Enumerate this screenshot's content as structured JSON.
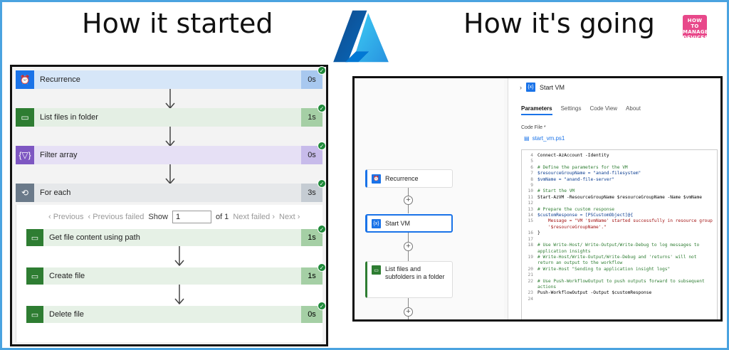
{
  "headings": {
    "left": "How it started",
    "right": "How it's going"
  },
  "logo_text": "HOW TO MANAGE DEVICES",
  "left_flow": {
    "steps": [
      {
        "label": "Recurrence",
        "duration": "0s",
        "icon": "clock-icon",
        "color": "#1a73e8",
        "bg": "#d6e6f8",
        "durbg": "#a8c8ef"
      },
      {
        "label": "List files in folder",
        "duration": "1s",
        "icon": "folder-icon",
        "color": "#2e7d32",
        "bg": "#e4efe4",
        "durbg": "#a5cfa5"
      },
      {
        "label": "Filter array",
        "duration": "0s",
        "icon": "filter-icon",
        "color": "#7e57c2",
        "bg": "#e6e0f5",
        "durbg": "#c7bbea"
      },
      {
        "label": "For each",
        "duration": "3s",
        "icon": "loop-icon",
        "color": "#6b7a8a",
        "bg": "#e6e8ea",
        "durbg": "#c5ccd3"
      }
    ],
    "pager": {
      "previous": "Previous",
      "previous_failed": "Previous failed",
      "show": "Show",
      "page_value": "1",
      "of": "of 1",
      "next_failed": "Next failed",
      "next": "Next"
    },
    "inner_steps": [
      {
        "label": "Get file content using path",
        "duration": "1s"
      },
      {
        "label": "Create file",
        "duration": "1s"
      },
      {
        "label": "Delete file",
        "duration": "0s"
      }
    ]
  },
  "right_flow": {
    "cards": [
      {
        "label": "Recurrence",
        "icon": "clock-icon"
      },
      {
        "label": "Start VM",
        "icon": "code-icon"
      },
      {
        "label": "List files and subfolders in a folder",
        "icon": "folder-icon"
      }
    ],
    "panel": {
      "title": "Start VM",
      "tabs": [
        "Parameters",
        "Settings",
        "Code View",
        "About"
      ],
      "file_label": "Code File *",
      "file_name": "start_vm.ps1"
    },
    "code_lines": [
      {
        "n": "4",
        "t": "Connect-AzAccount -Identity",
        "c": ""
      },
      {
        "n": "5",
        "t": "",
        "c": ""
      },
      {
        "n": "6",
        "t": "# Define the parameters for the VM",
        "c": "cm"
      },
      {
        "n": "7",
        "t": "$resourceGroupName = \"anand-filesystem\"",
        "c": "var"
      },
      {
        "n": "8",
        "t": "$vmName = \"anand-file-server\"",
        "c": "var"
      },
      {
        "n": "9",
        "t": "",
        "c": ""
      },
      {
        "n": "10",
        "t": "# Start the VM",
        "c": "cm"
      },
      {
        "n": "11",
        "t": "Start-AzVM -ResourceGroupName $resourceGroupName -Name $vmName",
        "c": ""
      },
      {
        "n": "12",
        "t": "",
        "c": ""
      },
      {
        "n": "13",
        "t": "# Prepare the custom response",
        "c": "cm"
      },
      {
        "n": "14",
        "t": "$customResponse = [PSCustomObject]@{",
        "c": "var"
      },
      {
        "n": "15",
        "t": "    Message = \"VM '$vmName' started successfully in resource group",
        "c": "str"
      },
      {
        "n": "",
        "t": "    '$resourceGroupName'.\"",
        "c": "str"
      },
      {
        "n": "16",
        "t": "}",
        "c": ""
      },
      {
        "n": "17",
        "t": "",
        "c": ""
      },
      {
        "n": "18",
        "t": "# Use Write-Host/ Write-Output/Write-Debug to log messages to",
        "c": "cm"
      },
      {
        "n": "",
        "t": "application insights",
        "c": "cm"
      },
      {
        "n": "19",
        "t": "# Write-Host/Write-Output/Write-Debug and 'returns' will not",
        "c": "cm"
      },
      {
        "n": "",
        "t": "return an output to the workflow",
        "c": "cm"
      },
      {
        "n": "20",
        "t": "# Write-Host \"Sending to application insight logs\"",
        "c": "cm"
      },
      {
        "n": "21",
        "t": "",
        "c": ""
      },
      {
        "n": "22",
        "t": "# Use Push-WorkflowOutput to push outputs forward to subsequent",
        "c": "cm"
      },
      {
        "n": "",
        "t": "actions",
        "c": "cm"
      },
      {
        "n": "23",
        "t": "Push-WorkflowOutput -Output $customResponse",
        "c": ""
      },
      {
        "n": "24",
        "t": "",
        "c": ""
      }
    ]
  }
}
